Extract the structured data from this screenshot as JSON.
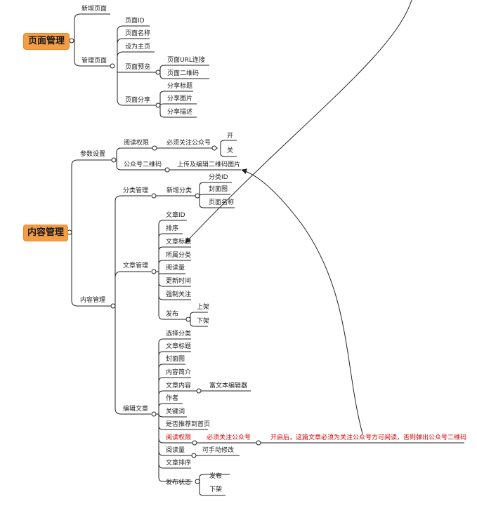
{
  "mindmap": {
    "page_mgmt": {
      "root": "页面管理",
      "add_page": "新增页面",
      "manage_pages": "管理页面",
      "page_id": "页面ID",
      "page_name": "页面名称",
      "set_home": "设为主页",
      "page_preview": "页面预览",
      "page_url": "页面URL连接",
      "page_qr": "页面二维码",
      "page_share": "页面分享",
      "share_title": "分享标题",
      "share_image": "分享图片",
      "share_desc": "分享描述"
    },
    "content_mgmt": {
      "root": "内容管理",
      "params": "参数设置",
      "read_perm": "阅读权限",
      "must_follow": "必须关注公众号",
      "on": "开",
      "off": "关",
      "official_qr": "公众号二维码",
      "upload_qr": "上传及编辑二维码图片",
      "content": "内容管理",
      "category_mgmt": "分类管理",
      "add_category": "新增分类",
      "category_id": "分类ID",
      "cover": "封面图",
      "cat_page_name": "页面名称",
      "article_mgmt": "文章管理",
      "article_id": "文章ID",
      "sort": "排序",
      "article_title": "文章标题",
      "category": "所属分类",
      "read_count": "阅读量",
      "update_time": "更新时间",
      "force_follow": "强制关注",
      "publish": "发布",
      "shelf_on": "上架",
      "shelf_off": "下架",
      "edit_article": "编辑文章",
      "choose_category": "选择分类",
      "e_article_title": "文章标题",
      "e_cover": "封面图",
      "summary": "内容简介",
      "article_content": "文章内容",
      "rich_editor": "富文本编辑器",
      "author": "作者",
      "keywords": "关键词",
      "recommend": "是否推荐到首页",
      "e_read_perm": "阅读权限",
      "e_must_follow": "必须关注公众号",
      "perm_note": "开启后，这篇文章必须为关注公众号方可阅读，否则弹出公众号二维码",
      "e_read_count": "阅读量",
      "manual_edit": "可手动修改",
      "article_sort": "文章排序",
      "publish_status": "发布状态",
      "status_publish": "发布",
      "status_off": "下架"
    }
  },
  "colors": {
    "root_fill": "#f59d45",
    "highlight": "#d40000",
    "line": "#222222"
  }
}
